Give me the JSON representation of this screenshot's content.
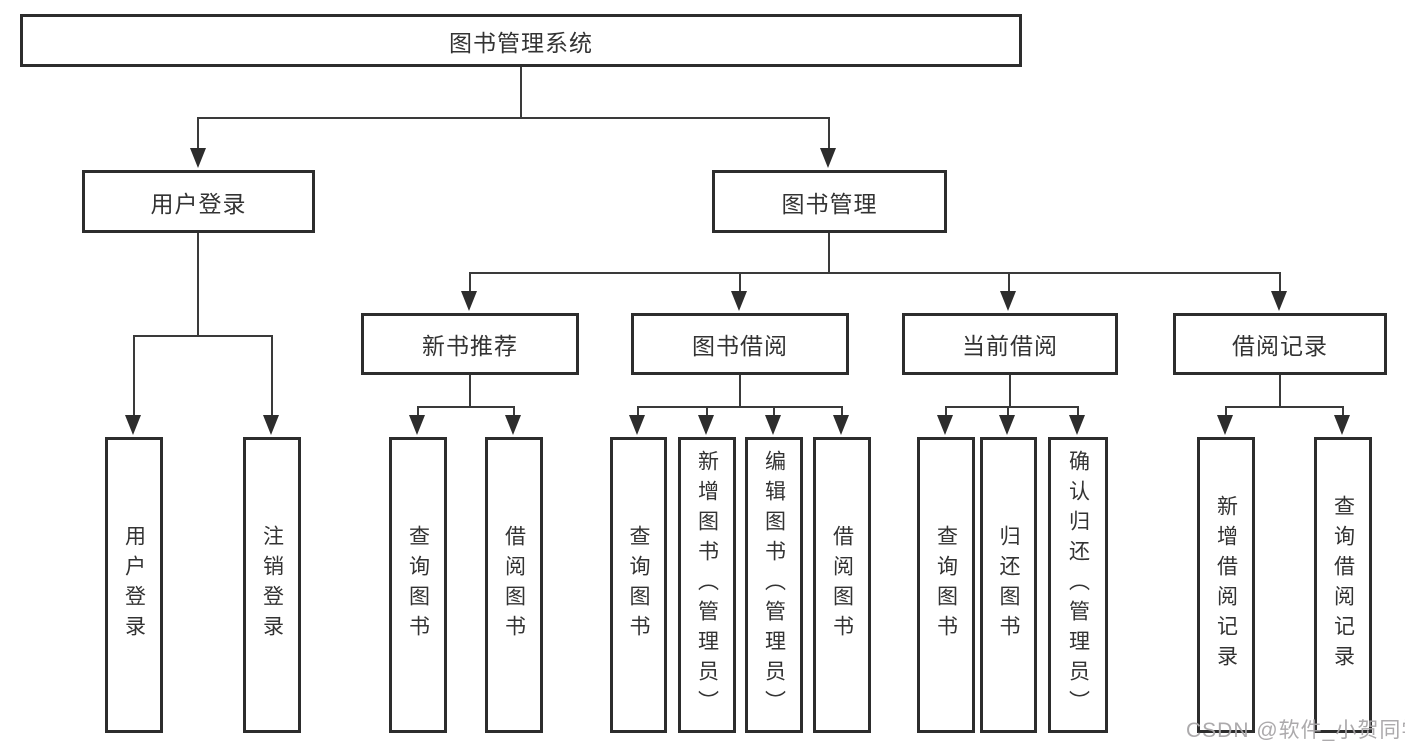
{
  "tree": {
    "root": {
      "label": "图书管理系统"
    },
    "children": [
      {
        "label": "用户登录",
        "children": [
          {
            "label": "用户登录"
          },
          {
            "label": "注销登录"
          }
        ]
      },
      {
        "label": "图书管理",
        "children": [
          {
            "label": "新书推荐",
            "children": [
              {
                "label": "查询图书"
              },
              {
                "label": "借阅图书"
              }
            ]
          },
          {
            "label": "图书借阅",
            "children": [
              {
                "label": "查询图书"
              },
              {
                "label": "新增图书（管理员）"
              },
              {
                "label": "编辑图书（管理员）"
              },
              {
                "label": "借阅图书"
              }
            ]
          },
          {
            "label": "当前借阅",
            "children": [
              {
                "label": "查询图书"
              },
              {
                "label": "归还图书"
              },
              {
                "label": "确认归还（管理员）"
              }
            ]
          },
          {
            "label": "借阅记录",
            "children": [
              {
                "label": "新增借阅记录"
              },
              {
                "label": "查询借阅记录"
              }
            ]
          }
        ]
      }
    ]
  },
  "watermark": {
    "text": "CSDN @软件_小贺同学"
  },
  "colors": {
    "box_border": "#2d2d2d",
    "connector_line": "#3a3a3a",
    "text": "#333333",
    "watermark": "#a8a5a8",
    "background": "#ffffff"
  }
}
